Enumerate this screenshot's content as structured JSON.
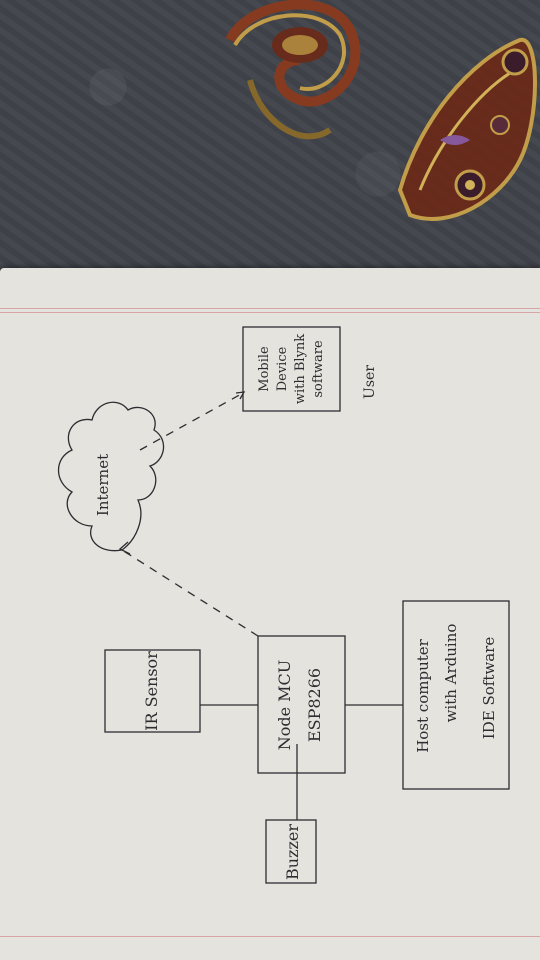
{
  "diagram": {
    "nodes": {
      "buzzer": {
        "label": "Buzzer"
      },
      "ir_sensor": {
        "label": "IR Sensor"
      },
      "nodemcu": {
        "line1": "Node MCU",
        "line2": "ESP8266"
      },
      "host": {
        "line1": "Host computer",
        "line2": "with Arduino",
        "line3": "IDE Software"
      },
      "internet": {
        "label": "Internet"
      },
      "mobile": {
        "line1": "Mobile",
        "line2": "Device",
        "line3": "with Blynk",
        "line4": "software"
      },
      "user": {
        "label": "User"
      }
    }
  },
  "colors": {
    "paper": "#e4e3de",
    "ink": "#2d2d31",
    "margin_rule": "#d9a6a8",
    "fabric": "#3f4247"
  }
}
